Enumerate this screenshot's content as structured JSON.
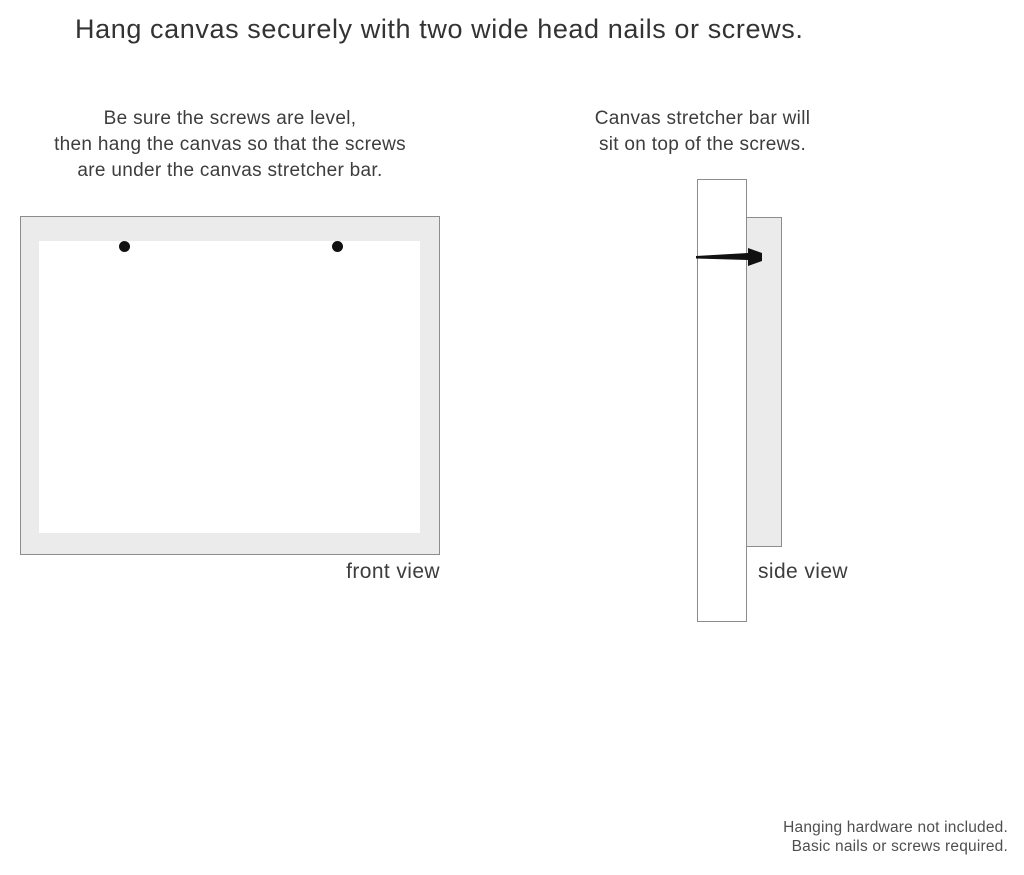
{
  "page": {
    "title": "Hang canvas securely with two wide head nails or screws.",
    "background": "#ffffff",
    "text_color": "#3a3a3a"
  },
  "instructions": {
    "left": "Be sure the screws are level,\nthen hang the canvas so that the screws\nare under the canvas stretcher bar.",
    "right": "Canvas stretcher bar will\nsit on top of the screws."
  },
  "front_view": {
    "label": "front view",
    "frame_fill": "#ebebeb",
    "frame_border": "#8c8c8c",
    "canvas_fill": "#ffffff",
    "screw_color": "#111111",
    "screw_count": 2
  },
  "side_view": {
    "label": "side view",
    "bar_fill": "#ffffff",
    "canvas_fill": "#ebebeb",
    "border": "#8c8c8c",
    "nail_color": "#111111"
  },
  "footer": {
    "note": "Hanging hardware not included.\nBasic nails or screws required."
  }
}
